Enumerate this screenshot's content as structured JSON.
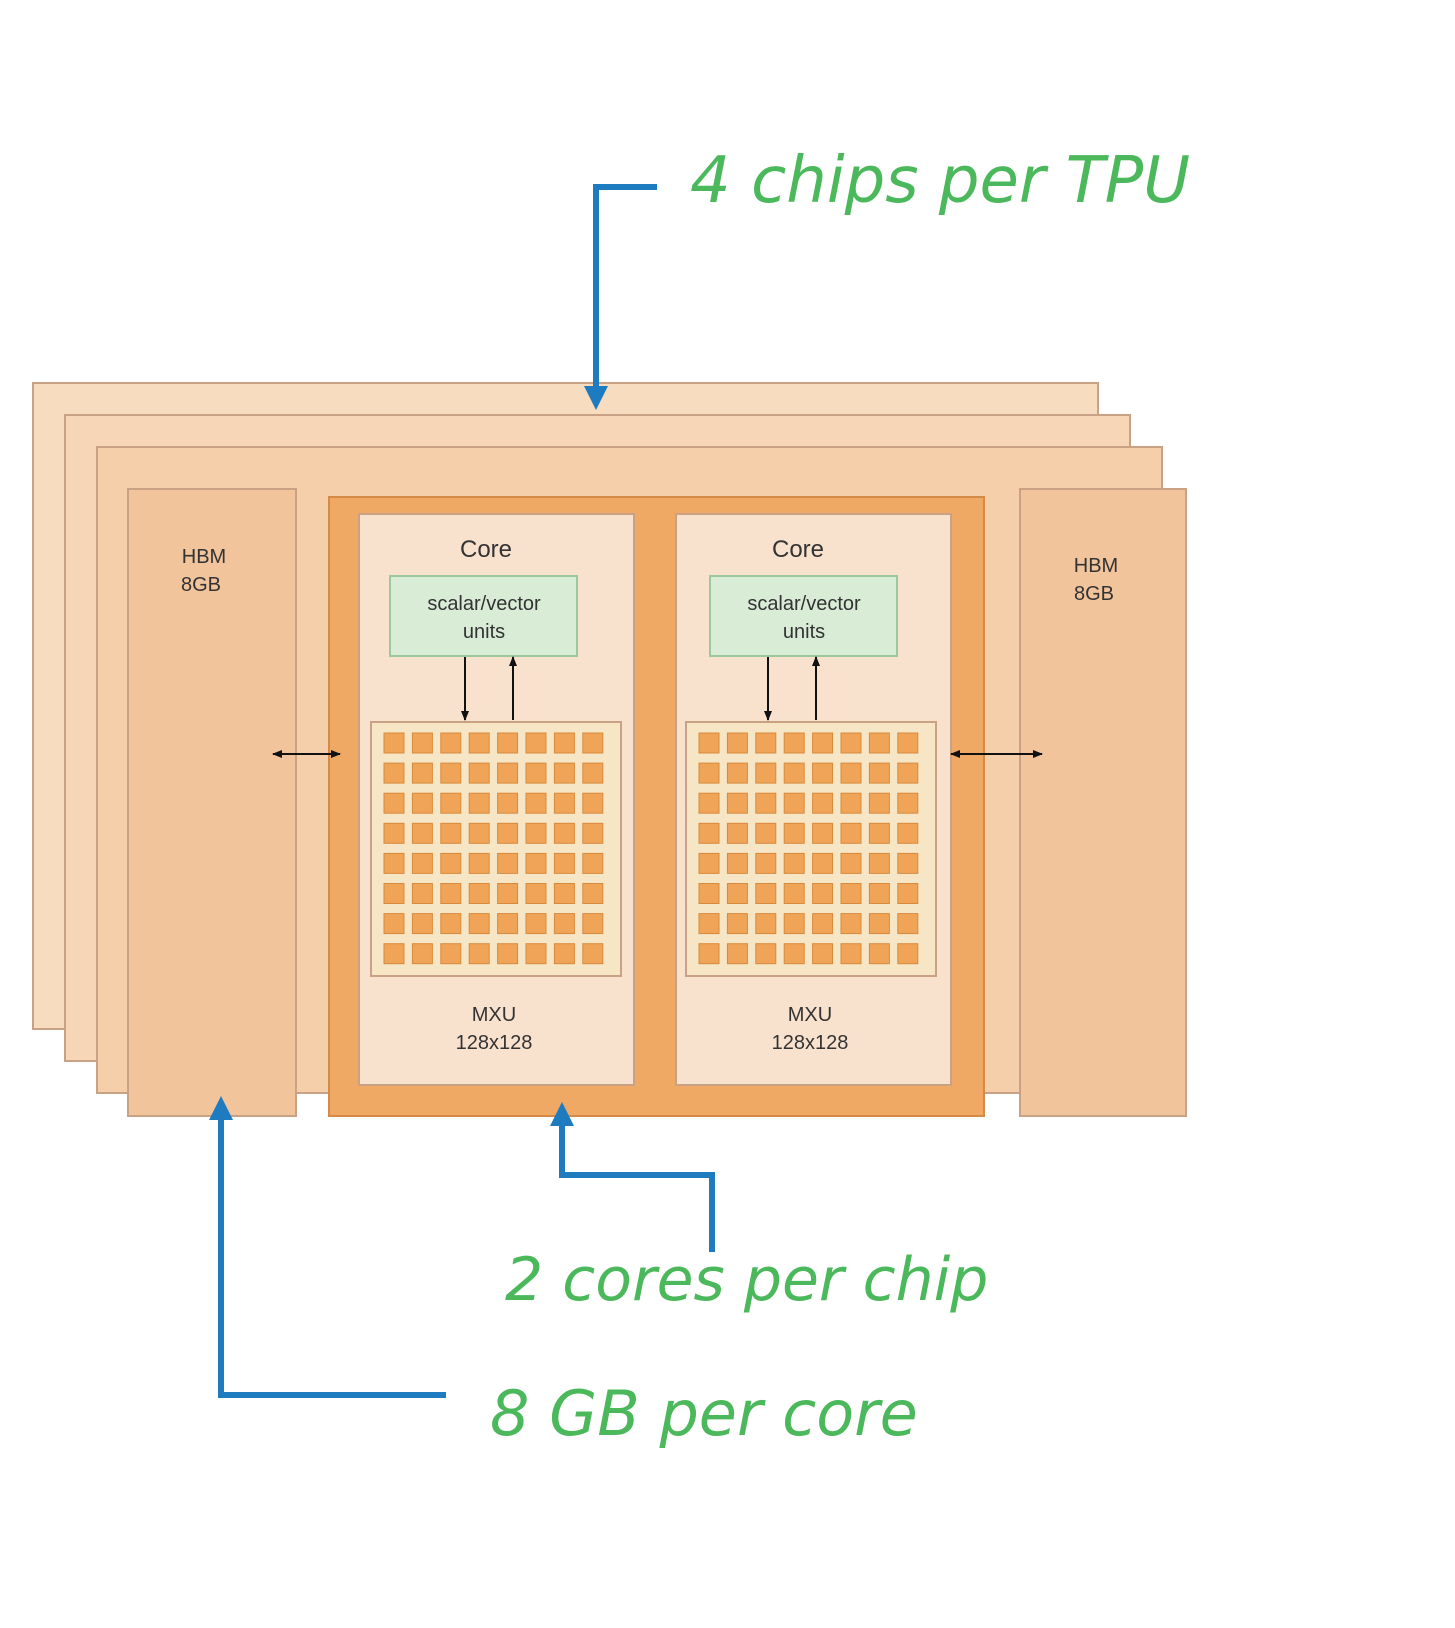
{
  "colors": {
    "background": "#ffffff",
    "chip_layer_back": "#f8dcc0",
    "chip_layer_mid": "#f5d2b0",
    "chip_layer_front": "#f3c9a2",
    "hbm_fill": "#f2c49c",
    "box_stroke": "#c9a184",
    "chip_core_area": "#f0a865",
    "core_fill": "#f9e2cd",
    "unit_fill": "#d8ecd6",
    "unit_stroke": "#9bc99b",
    "mxu_fill": "#f7e6c6",
    "mxu_cell": "#f0a458",
    "mxu_cell_stroke": "#d88a3c",
    "callout_arrow": "#1e7bc0",
    "callout_text": "#4cb85c",
    "data_arrow": "#111111"
  },
  "hbm_left": {
    "line1": "HBM",
    "line2": "8GB"
  },
  "hbm_right": {
    "line1": "HBM",
    "line2": "8GB"
  },
  "cores": [
    {
      "title": "Core",
      "unit_line1": "scalar/vector",
      "unit_line2": "units",
      "mxu_line1": "MXU",
      "mxu_line2": "128x128"
    },
    {
      "title": "Core",
      "unit_line1": "scalar/vector",
      "unit_line2": "units",
      "mxu_line1": "MXU",
      "mxu_line2": "128x128"
    }
  ],
  "mxu_grid": {
    "rows": 8,
    "cols": 8
  },
  "chip_layers": 4,
  "callouts": {
    "chips": "4 chips per TPU",
    "cores": "2 cores per chip",
    "memory": "8 GB per core"
  }
}
